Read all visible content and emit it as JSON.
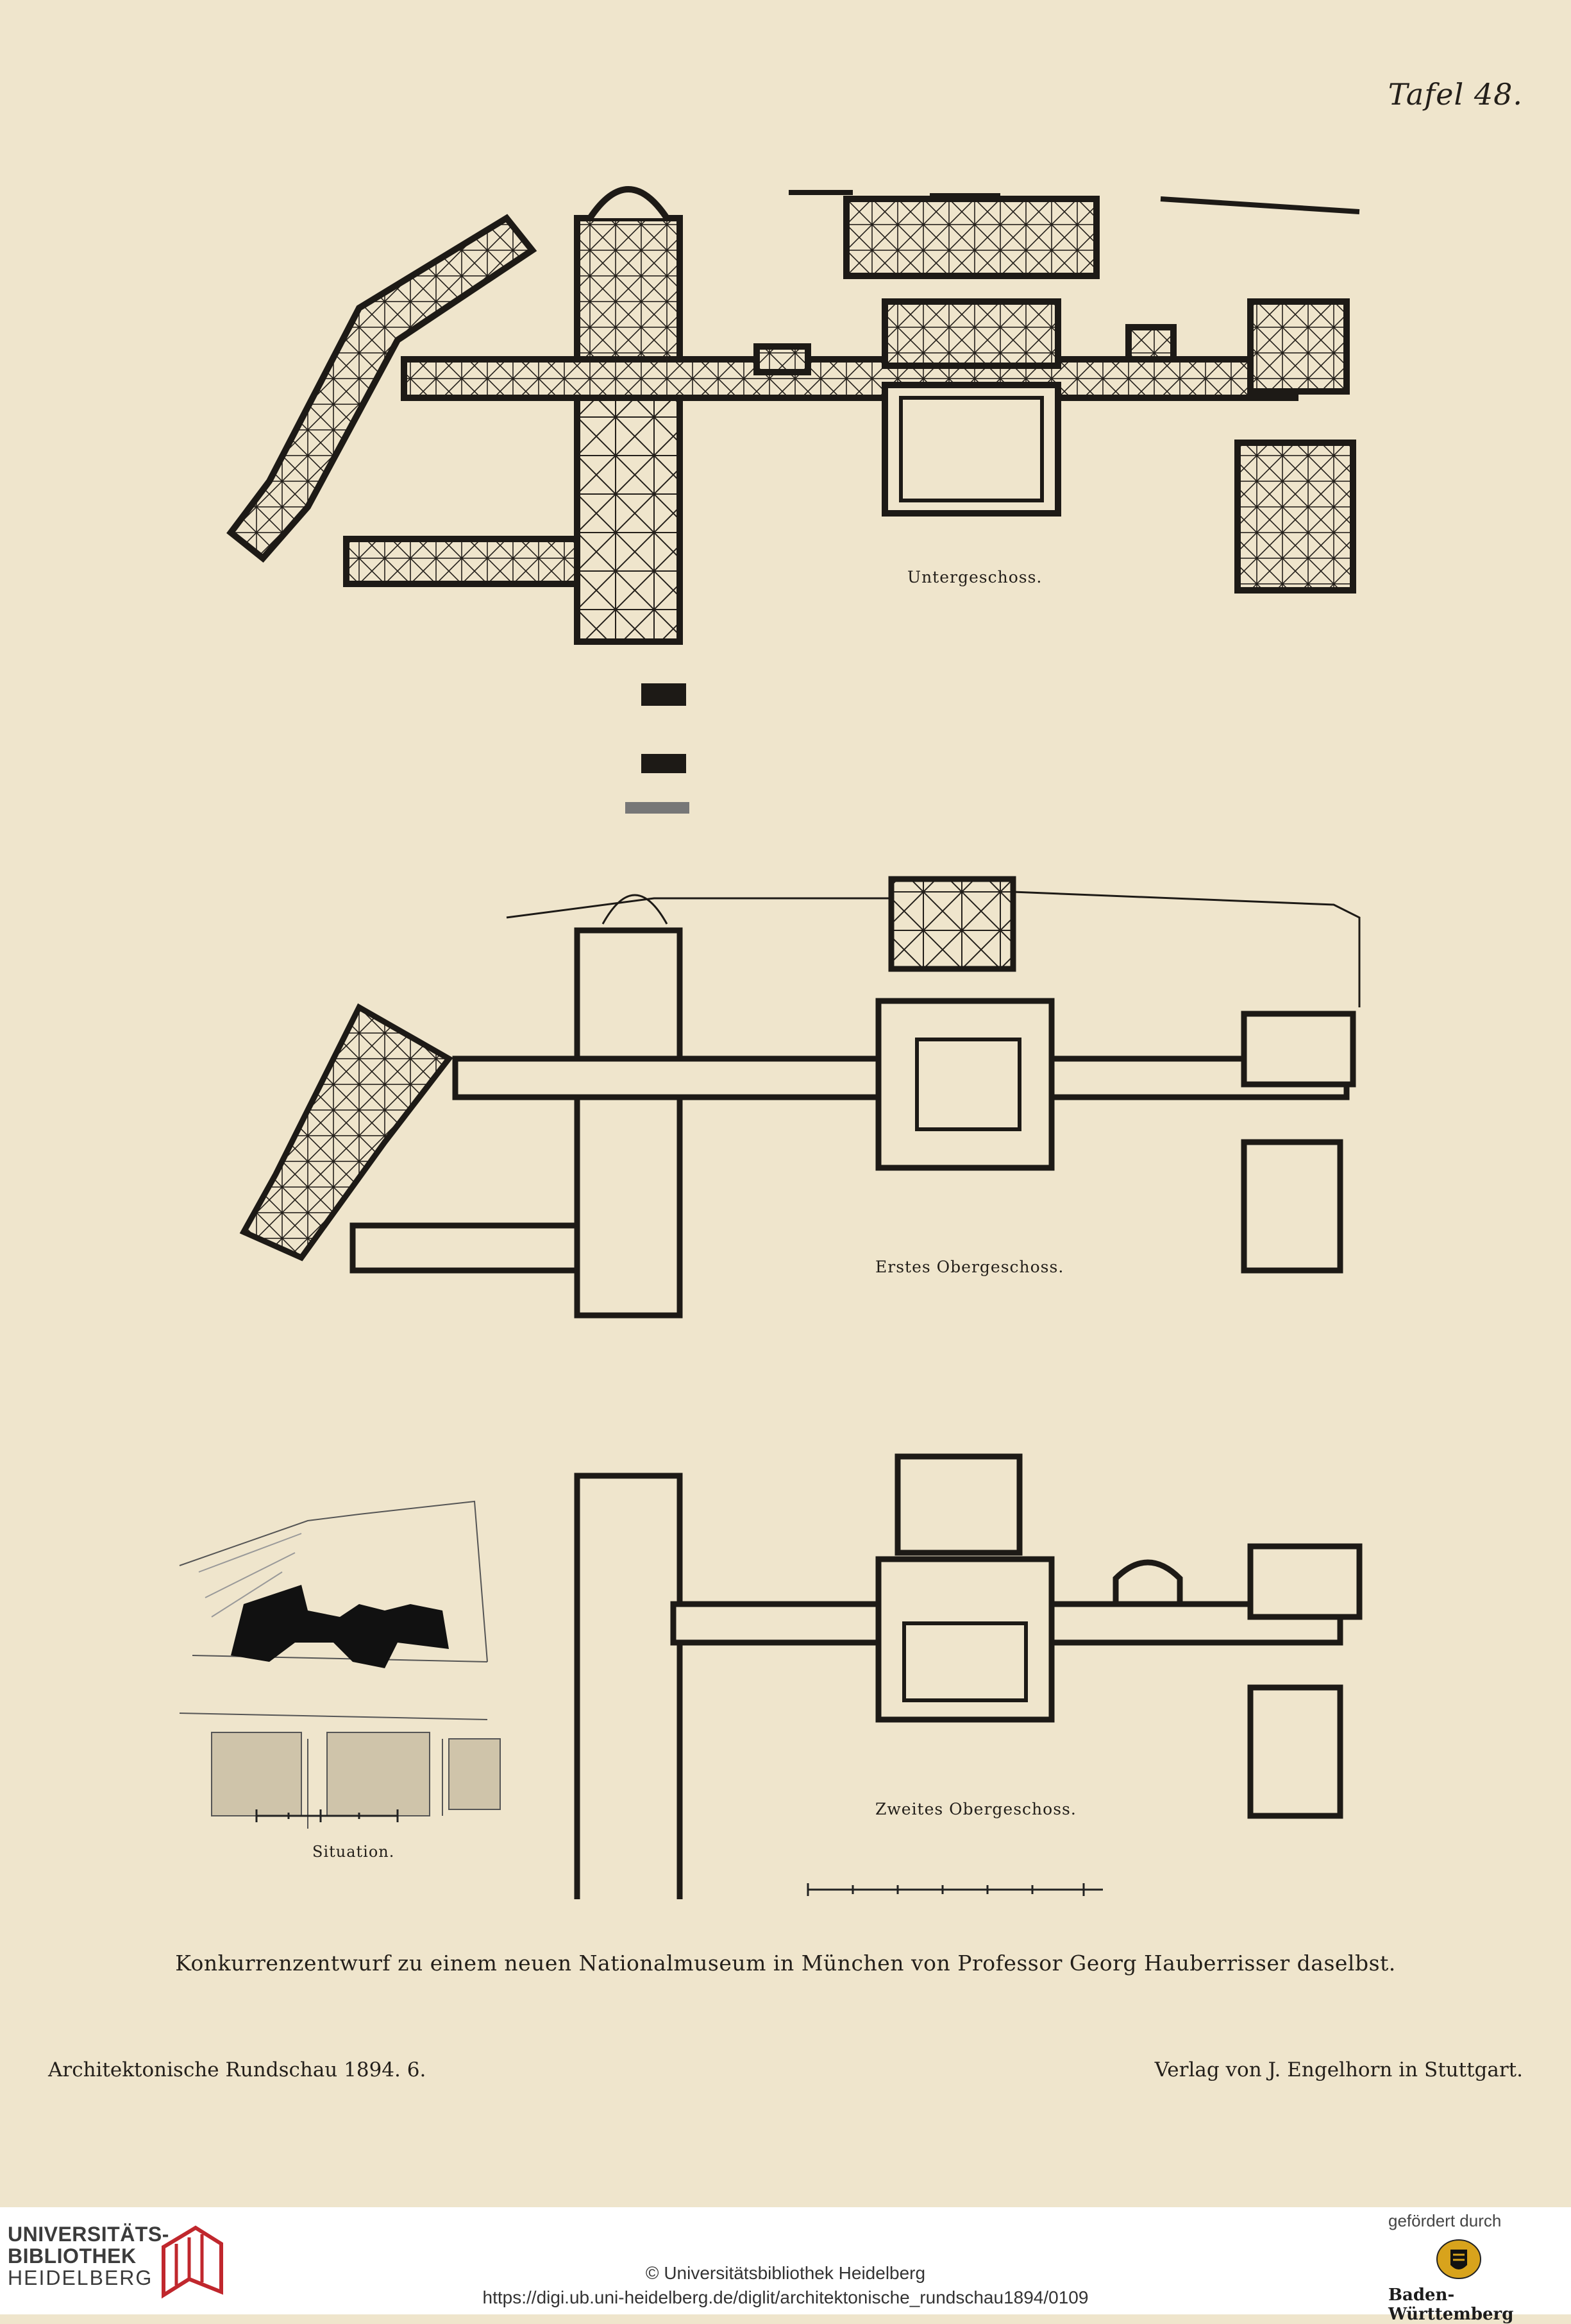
{
  "plate": {
    "number_label": "Tafel 48.",
    "floors": [
      {
        "label": "Untergeschoss."
      },
      {
        "label": "Erstes Obergeschoss."
      },
      {
        "label": "Zweites Obergeschoss."
      }
    ],
    "situation_label": "Situation.",
    "caption": "Konkurrenzentwurf zu einem neuen Nationalmuseum in München von Professor Georg Hauberrisser daselbst.",
    "footer_left": "Architektonische Rundschau 1894. 6.",
    "footer_right": "Verlag von J. Engelhorn in Stuttgart."
  },
  "banner": {
    "library_line1": "UNIVERSITÄTS-",
    "library_line2": "BIBLIOTHEK",
    "library_line3": "HEIDELBERG",
    "funded_by": "gefördert durch",
    "state": "Baden-Württemberg",
    "copyright": "© Universitätsbibliothek Heidelberg",
    "url": "https://digi.ub.uni-heidelberg.de/diglit/architektonische_rundschau1894/0109"
  },
  "colors": {
    "paper": "#efe5cc",
    "ink": "#231f1a",
    "banner_bg": "#ffffff",
    "logo_red": "#c0272d"
  }
}
